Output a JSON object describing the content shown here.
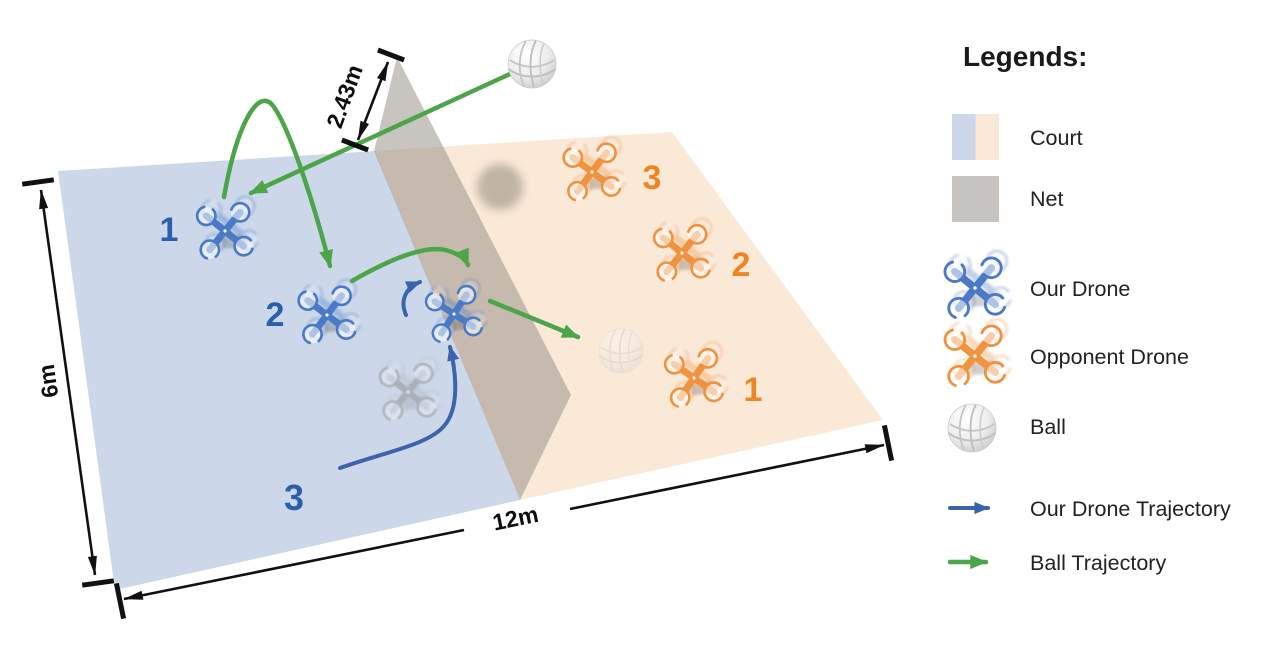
{
  "legend": {
    "title": "Legends:",
    "court": "Court",
    "net": "Net",
    "our_drone": "Our Drone",
    "opponent_drone": "Opponent Drone",
    "ball": "Ball",
    "our_drone_trajectory": "Our Drone Trajectory",
    "ball_trajectory": "Ball Trajectory"
  },
  "dimensions": {
    "net_height": "2.43m",
    "court_width": "6m",
    "court_length": "12m"
  },
  "court": {
    "our_drone_labels": [
      "1",
      "2",
      "3"
    ],
    "opponent_drone_labels": [
      "3",
      "2",
      "1"
    ]
  },
  "colors": {
    "our_court": "#ccd8ea",
    "opponent_court": "#fbe9d8",
    "net": "#9b948d",
    "our_drone": "#4a79c6",
    "opponent_drone": "#f0923e",
    "ghost_drone": "#8a8a8a",
    "our_drone_trajectory": "#3b64ab",
    "ball_trajectory": "#4ca548",
    "dimension": "#111111",
    "our_label": "#2b5fac",
    "opponent_label": "#ee8522"
  }
}
